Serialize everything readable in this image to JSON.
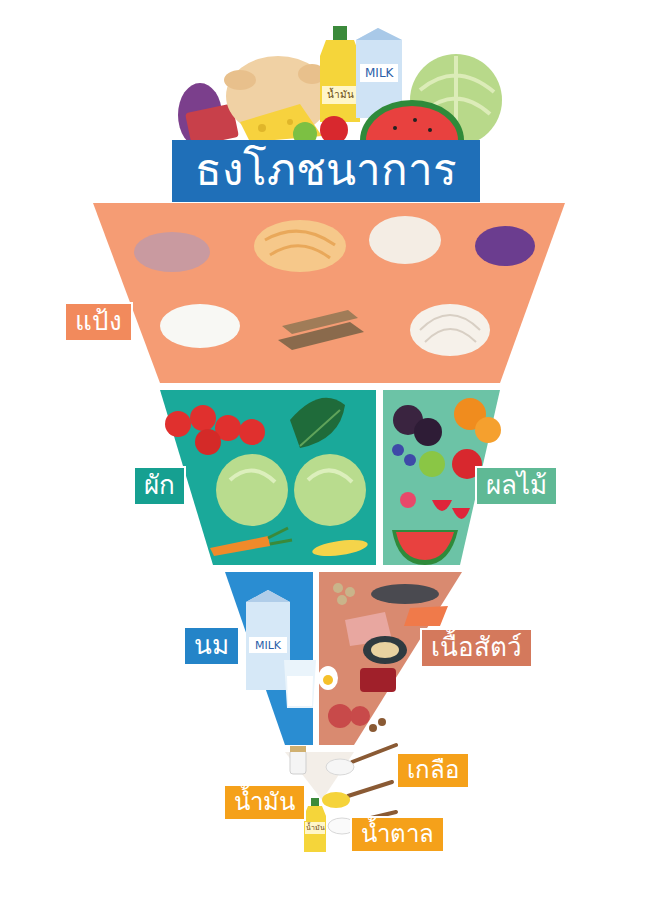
{
  "diagram": {
    "title": "ธงโภชนาการ",
    "nodes": [
      {
        "text": [
          "แป้ง"
        ]
      },
      {
        "text": [
          "ผัก"
        ]
      },
      {
        "text": [
          "ผลไม้"
        ]
      },
      {
        "text": [
          "นม"
        ]
      },
      {
        "text": [
          "เนื้อสัตว์"
        ]
      },
      {
        "text": [
          "เกลือ"
        ]
      },
      {
        "text": [
          "น้ำมัน"
        ]
      },
      {
        "text": [
          "น้ำตาล"
        ]
      }
    ],
    "labels": [
      "น้ำมัน",
      "MILK",
      "MILK",
      "น้ำมัน"
    ]
  }
}
